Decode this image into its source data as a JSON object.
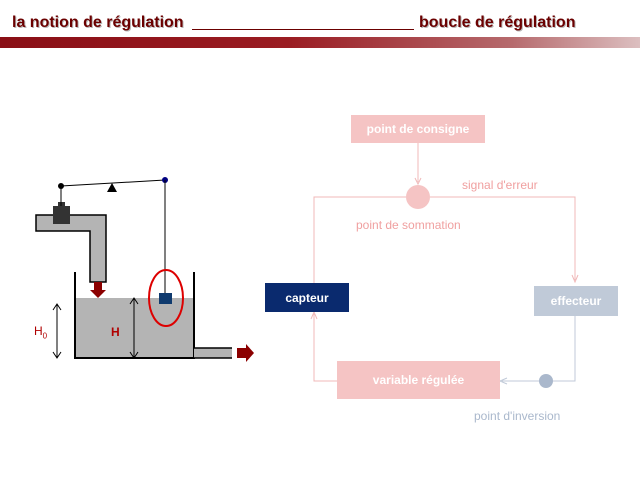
{
  "header": {
    "left_title": "la notion de régulation",
    "right_title": "boucle de régulation"
  },
  "loop": {
    "setpoint_box": "point de consigne",
    "sensor_box": "capteur",
    "effector_box": "effecteur",
    "controlled_variable_box": "variable régulée",
    "error_signal_label": "signal d'erreur",
    "summing_point_label": "point de sommation",
    "inversion_point_label": "point d'inversion"
  },
  "tank": {
    "h0_label": "H",
    "h0_subscript": "0",
    "h_label": "H"
  },
  "colors": {
    "title": "#6b0000",
    "header_bar": "#8a0f16",
    "pink_box": "#f5c4c4",
    "sensor_box": "#0a2a6e",
    "effector_box": "#c0cad8",
    "pink_line": "#f0b8b8",
    "blue_line": "#c0cad8",
    "water": "#b4b4b4",
    "arrow_red": "#8b0000",
    "float": "#0f3a6e"
  }
}
